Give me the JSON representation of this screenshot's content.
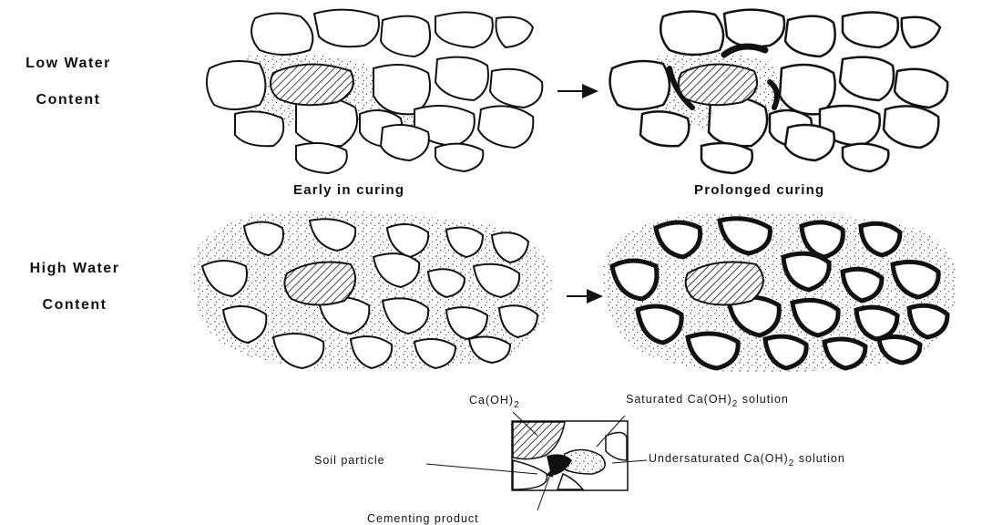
{
  "rows": {
    "low": {
      "line1": "Low Water",
      "line2": "Content"
    },
    "high": {
      "line1": "High Water",
      "line2": "Content"
    }
  },
  "captions": {
    "early": "Early in curing",
    "prolonged": "Prolonged curing"
  },
  "legend": {
    "caoh2": "Ca(OH)",
    "caoh2_sub": "2",
    "saturated_pre": "Saturated Ca(OH)",
    "saturated_sub": "2",
    "saturated_post": " solution",
    "soil_particle": "Soil particle",
    "undersat_pre": "Undersaturated Ca(OH)",
    "undersat_sub": "2",
    "undersat_post": " solution",
    "cementing": "Cementing product"
  },
  "colors": {
    "ink": "#111111",
    "background": "#ffffff"
  }
}
